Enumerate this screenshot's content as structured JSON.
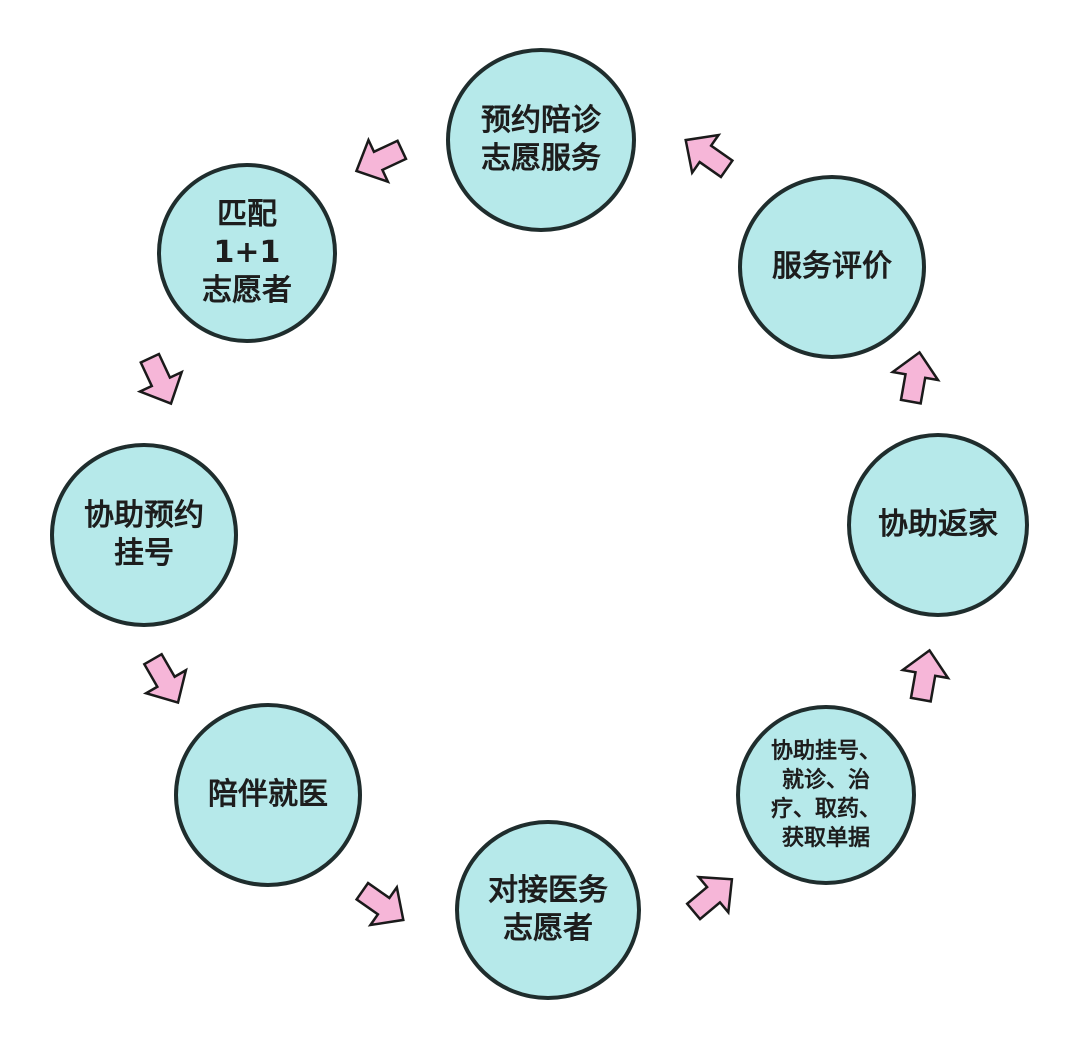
{
  "diagram": {
    "colors": {
      "node_fill": "#b6e9ea",
      "node_border": "#1f2d2d",
      "arrow_fill": "#f6b6d8",
      "arrow_stroke": "#1a1a1a"
    },
    "nodes": {
      "appointment": {
        "lines": [
          "预约陪诊",
          "志愿服务"
        ]
      },
      "match": {
        "lines": [
          "匹配",
          "1+1",
          "志愿者"
        ]
      },
      "register": {
        "lines": [
          "协助预约",
          "挂号"
        ]
      },
      "accompany": {
        "lines": [
          "陪伴就医"
        ]
      },
      "liaison": {
        "lines": [
          "对接医务",
          "志愿者"
        ]
      },
      "assist": {
        "lines": [
          "协助挂号、",
          "就诊、治",
          "疗、取药、",
          "获取单据"
        ]
      },
      "return_home": {
        "lines": [
          "协助返家"
        ]
      },
      "evaluate": {
        "lines": [
          "服务评价"
        ]
      }
    },
    "flow": [
      "appointment",
      "match",
      "register",
      "accompany",
      "liaison",
      "assist",
      "return_home",
      "evaluate"
    ],
    "arrow_icon": "fat-arrow-icon"
  }
}
